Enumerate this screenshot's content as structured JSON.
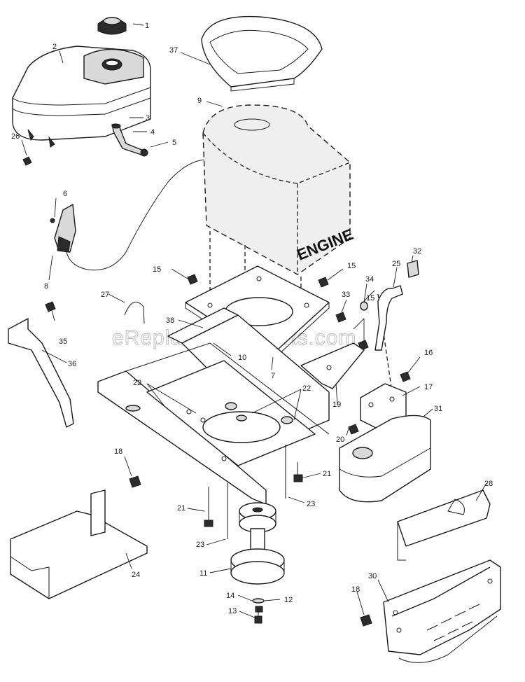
{
  "watermark": "eReplacementParts.com",
  "engine_label": "ENGINE",
  "callouts": {
    "c1": "1",
    "c2": "2",
    "c3": "3",
    "c4": "4",
    "c5": "5",
    "c6": "6",
    "c8": "8",
    "c9": "9",
    "c26": "26",
    "c37": "37",
    "c15a": "15",
    "c15b": "15",
    "c15c": "15",
    "c32": "32",
    "c25": "25",
    "c34": "34",
    "c33": "33",
    "c27": "27",
    "c38": "38",
    "c10": "10",
    "c7": "7",
    "c35": "35",
    "c36": "36",
    "c16": "16",
    "c17": "17",
    "c19": "19",
    "c31": "31",
    "c20": "20",
    "c22a": "22",
    "c22b": "22",
    "c21a": "21",
    "c21b": "21",
    "c23a": "23",
    "c23b": "23",
    "c18a": "18",
    "c18b": "18",
    "c24": "24",
    "c28": "28",
    "c11": "11",
    "c14": "14",
    "c12": "12",
    "c13": "13",
    "c30": "30"
  }
}
